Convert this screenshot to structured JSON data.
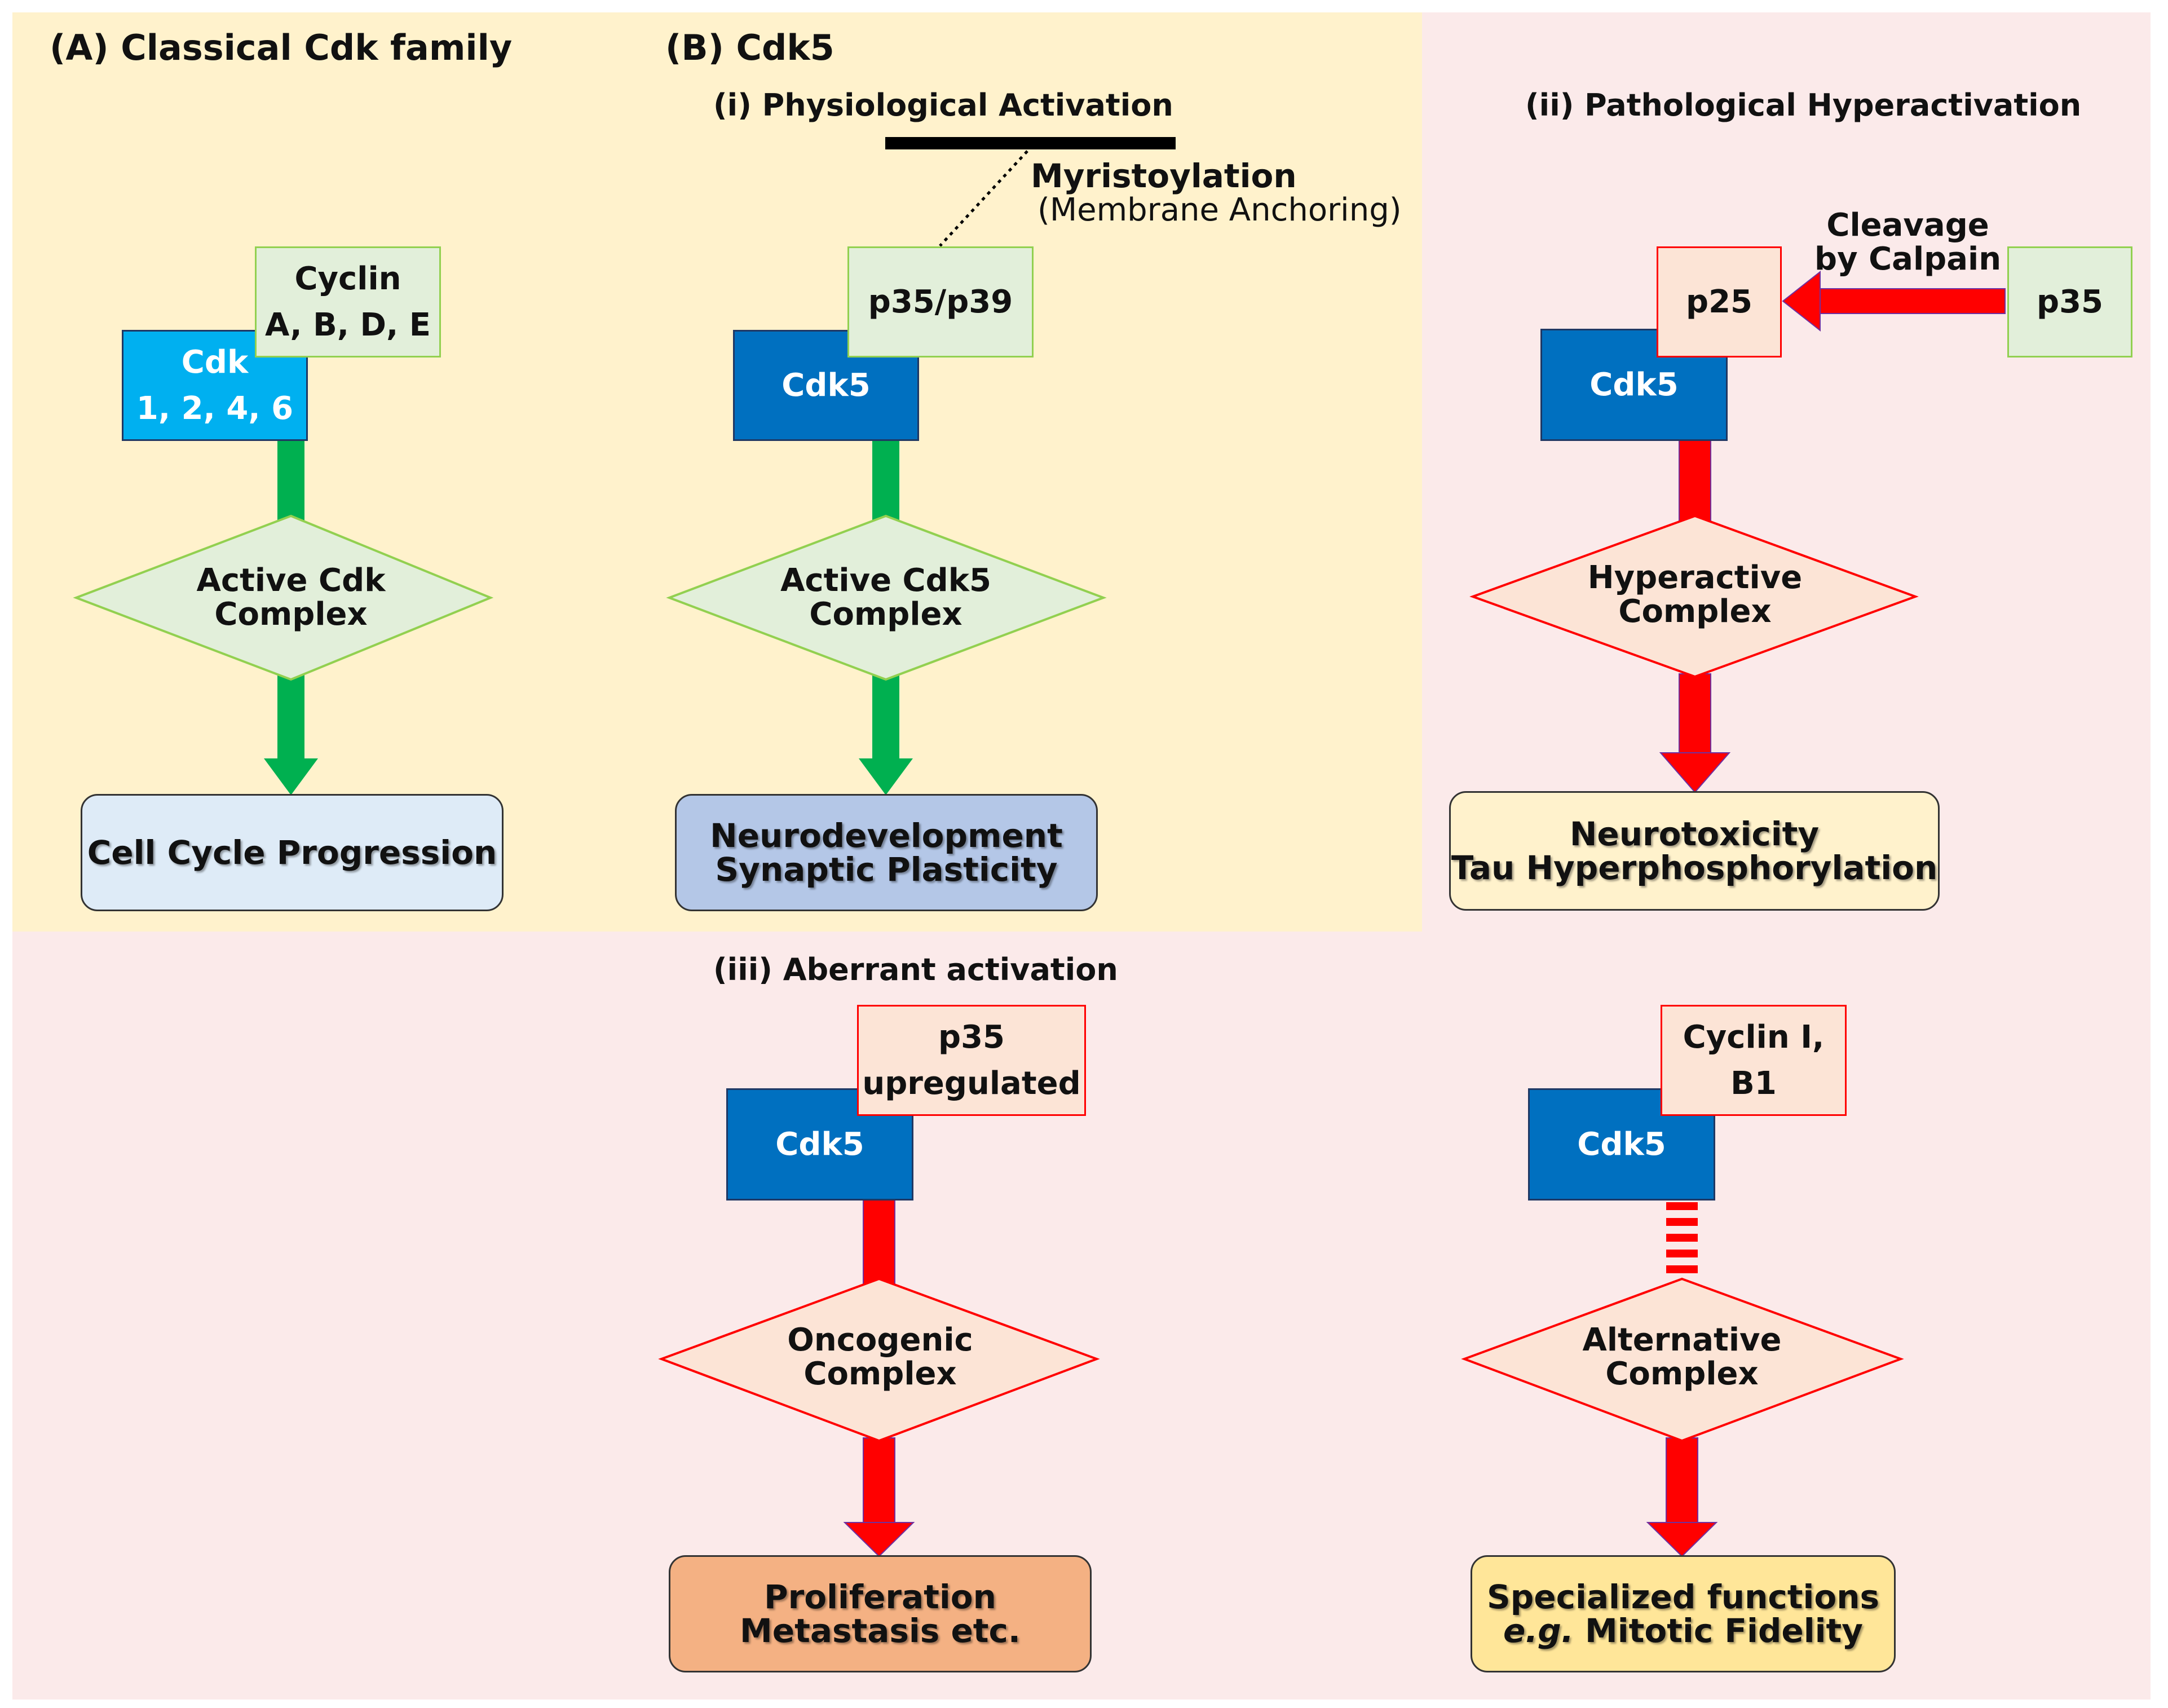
{
  "panels": {
    "a_title": "(A) Classical Cdk family",
    "b_title": "(B) Cdk5",
    "b1_title": "(i) Physiological Activation",
    "b2_title": "(ii) Pathological Hyperactivation",
    "b3_title": "(iii) Aberrant activation"
  },
  "classical": {
    "cdk_line1": "Cdk",
    "cdk_line2": "1, 2, 4, 6",
    "cyclin_line1": "Cyclin",
    "cyclin_line2": "A, B, D, E",
    "complex_line1": "Active Cdk",
    "complex_line2": "Complex",
    "outcome": "Cell Cycle Progression"
  },
  "physiological": {
    "cdk": "Cdk5",
    "activator": "p35/p39",
    "myristoylation": "Myristoylation",
    "membrane": "(Membrane Anchoring)",
    "complex_line1": "Active Cdk5",
    "complex_line2": "Complex",
    "outcome_line1": "Neurodevelopment",
    "outcome_line2": "Synaptic Plasticity"
  },
  "pathological": {
    "cdk": "Cdk5",
    "fragment": "p25",
    "precursor": "p35",
    "cleavage_line1": "Cleavage",
    "cleavage_line2": "by Calpain",
    "complex_line1": "Hyperactive",
    "complex_line2": "Complex",
    "outcome_line1": "Neurotoxicity",
    "outcome_line2": "Tau Hyperphosphorylation"
  },
  "oncogenic": {
    "cdk": "Cdk5",
    "activator_line1": "p35",
    "activator_line2": "upregulated",
    "complex_line1": "Oncogenic",
    "complex_line2": "Complex",
    "outcome_line1": "Proliferation",
    "outcome_line2": "Metastasis etc."
  },
  "alternative": {
    "cdk": "Cdk5",
    "cyclin_line1": "Cyclin I,",
    "cyclin_line2": "B1",
    "complex_line1": "Alternative",
    "complex_line2": "Complex",
    "outcome_line1": "Specialized functions",
    "outcome_prefix": "e.g.",
    "outcome_suffix": " Mitotic Fidelity"
  },
  "colors": {
    "panel_yellow": "#fff2cc",
    "panel_pink": "#fbeaea",
    "cdk_light_blue": "#00b0f0",
    "cdk_dark_blue": "#0070c0",
    "normal_arrow_green": "#00b050",
    "pathological_arrow_red": "#ff0000"
  }
}
